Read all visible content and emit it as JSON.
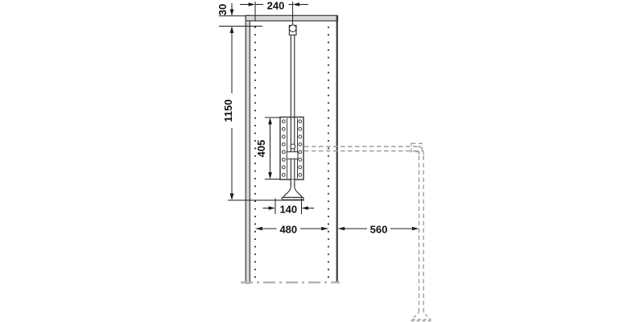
{
  "diagram": {
    "kind": "technical dimension drawing",
    "subject": "pull-down wardrobe lift mounted in cabinet, shown stowed (solid) and pulled out (dashed)",
    "dimensions": {
      "top_clearance": "30",
      "rod_center_offset": "240",
      "mounting_height": "1150",
      "rail_length": "405",
      "handle_width": "140",
      "cabinet_inner_width": "480",
      "pull_out_depth": "560"
    },
    "colors": {
      "outline": "#3a3a3a",
      "dimension_line": "#1c1c1c",
      "panel_fill": "#d8d8d8",
      "hidden_dashed": "#9c9c9c",
      "break_line": "#b6b6b6",
      "background": "#ffffff"
    }
  }
}
